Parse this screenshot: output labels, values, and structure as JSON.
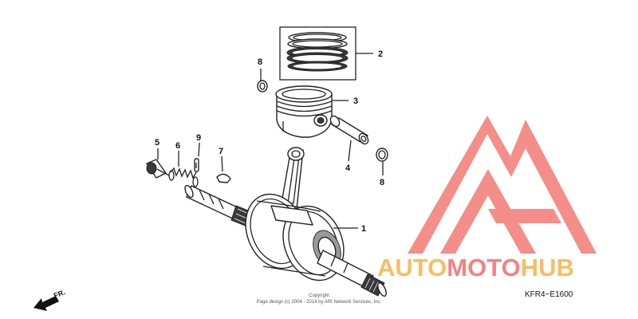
{
  "diagram": {
    "callouts": {
      "crankshaft": "1",
      "piston_rings": "2",
      "piston": "3",
      "piston_pin": "4",
      "bolt": "5",
      "spring": "6",
      "key": "7",
      "pin_clip_upper": "8",
      "pin_clip_lower": "8",
      "pin": "9"
    },
    "direction_label": "FR.",
    "diagram_code": "KFR4−E1600",
    "copyright_line1": "Copyright",
    "copyright_line2": "Page design (c) 2004 - 2014 by ARI Network Services, Inc."
  },
  "watermark": {
    "auto": "AUTO",
    "moto": "MOTO",
    "hub": "HUB",
    "colors": {
      "logo_red": "#f47a74",
      "logo_red_text": "#f26d6d",
      "logo_orange": "#f7b24a"
    }
  }
}
